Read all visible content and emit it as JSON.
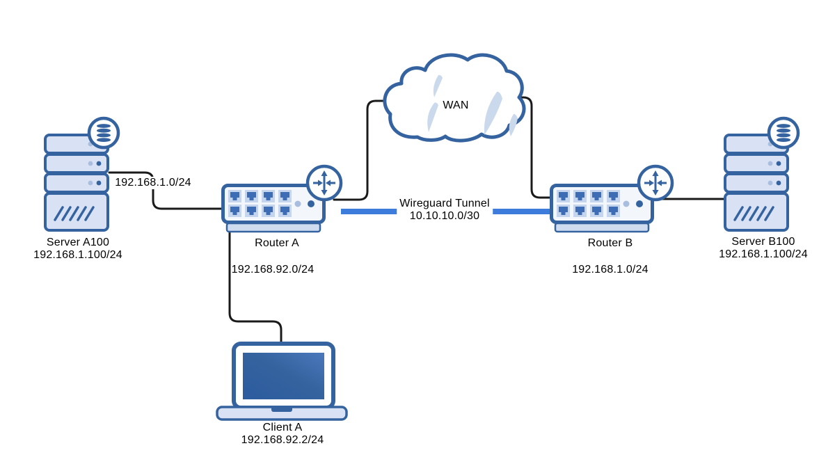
{
  "diagram": {
    "kind": "network-topology",
    "nodes": [
      {
        "id": "server-a",
        "type": "server",
        "icon": "server-database-icon",
        "label": "Server A100",
        "sublabel": "192.168.1.100/24"
      },
      {
        "id": "router-a",
        "type": "router-switch",
        "icon": "router-switch-icon",
        "label": "Router A",
        "sublabel": "192.168.92.0/24"
      },
      {
        "id": "wan",
        "type": "cloud",
        "icon": "cloud-icon",
        "label": "WAN"
      },
      {
        "id": "router-b",
        "type": "router-switch",
        "icon": "router-switch-icon",
        "label": "Router B",
        "sublabel": "192.168.1.0/24"
      },
      {
        "id": "server-b",
        "type": "server",
        "icon": "server-database-icon",
        "label": "Server B100",
        "sublabel": "192.168.1.100/24"
      },
      {
        "id": "client-a",
        "type": "laptop",
        "icon": "laptop-icon",
        "label": "Client A",
        "sublabel": "192.168.92.2/24"
      }
    ],
    "links": [
      {
        "id": "server-a--router-a",
        "from": "server-a",
        "to": "router-a",
        "style": "ethernet-black",
        "label": "192.168.1.0/24"
      },
      {
        "id": "router-a--wan",
        "from": "router-a",
        "to": "wan",
        "style": "ethernet-black"
      },
      {
        "id": "wan--router-b",
        "from": "wan",
        "to": "router-b",
        "style": "ethernet-black"
      },
      {
        "id": "router-a--router-b-tunnel",
        "from": "router-a",
        "to": "router-b",
        "style": "tunnel-blue",
        "label": "Wireguard Tunnel",
        "sublabel": "10.10.10.0/30"
      },
      {
        "id": "router-b--server-b",
        "from": "router-b",
        "to": "server-b",
        "style": "ethernet-black"
      },
      {
        "id": "router-a--client-a",
        "from": "router-a",
        "to": "client-a",
        "style": "ethernet-black"
      }
    ],
    "colors": {
      "outline_blue": "#35639F",
      "fill_light_blue": "#D8E2F4",
      "fill_near_white": "#F3F7FC",
      "port_light": "#C5D5EE",
      "port_dark": "#3D6DB5",
      "led_light": "#A9BEDF",
      "tray_fill": "#CFDCF0",
      "tunnel_blue": "#3E7CDB",
      "cable_black": "#1A1A1A",
      "cloud_highlight": "#CBD9EC",
      "screen_blue": "#2C5B9F"
    }
  }
}
